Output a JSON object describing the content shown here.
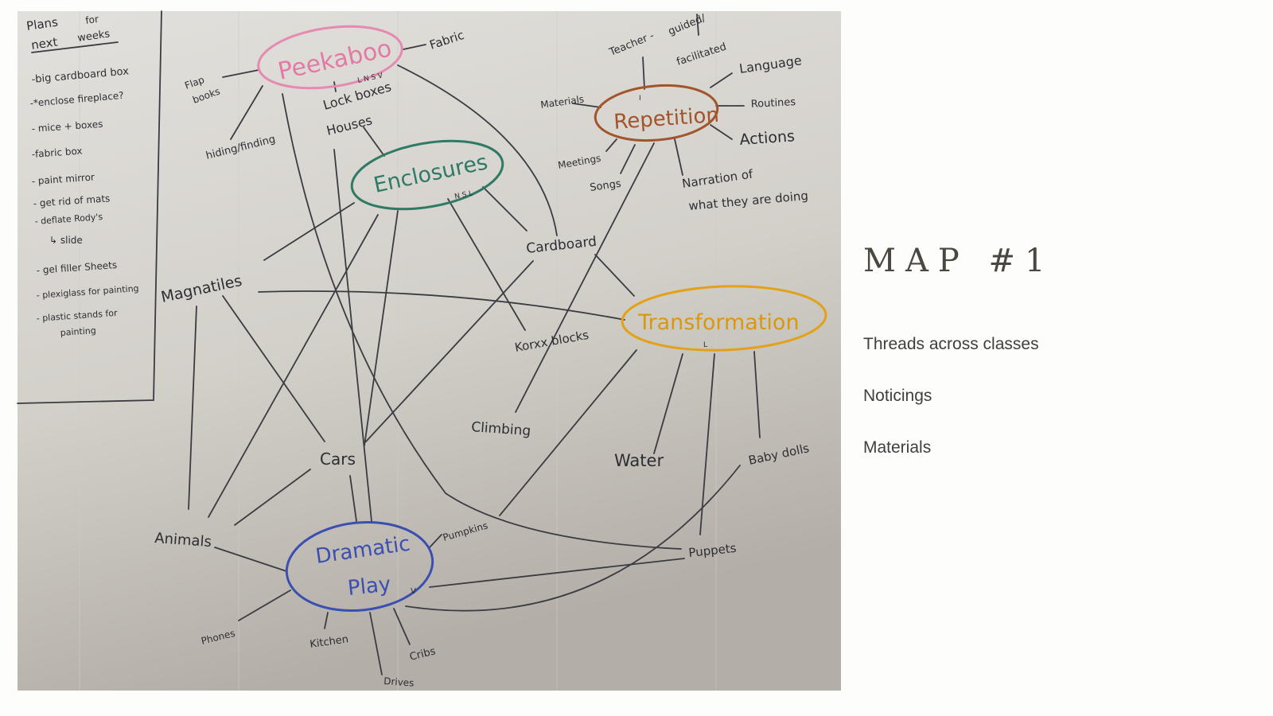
{
  "slide": {
    "title": "MAP #1",
    "items": [
      "Threads across classes",
      "Noticings",
      "Materials"
    ]
  },
  "notes": {
    "heading": [
      "Plans",
      "for",
      "next",
      "weeks"
    ],
    "items": [
      "-big cardboard box",
      "-*enclose fireplace?",
      "- mice + boxes",
      "-fabric box",
      "- paint mirror",
      "- get rid of mats",
      "- deflate Rody's",
      "↳ slide",
      "- gel filler Sheets",
      "- plexiglass for painting",
      "- plastic stands for",
      "painting"
    ]
  },
  "hubs": {
    "peekaboo": {
      "label": "Peekaboo",
      "tag": "L N S V",
      "color": "#e58ab0"
    },
    "enclosures": {
      "label": "Enclosures",
      "tag": "N S L",
      "color": "#2f7a66"
    },
    "repetition": {
      "label": "Repetition",
      "tag": "I",
      "color": "#a2542b"
    },
    "transformation": {
      "label": "Transformation",
      "tag": "L",
      "color": "#e2a117"
    },
    "dramatic_play": {
      "label": [
        "Dramatic",
        "Play"
      ],
      "tag": "V",
      "color": "#3a4fb0"
    }
  },
  "nodes": {
    "flap_books": [
      "Flap",
      "books"
    ],
    "hiding": "hiding/finding",
    "fabric": "Fabric",
    "lock_boxes": "Lock boxes",
    "houses": "Houses",
    "teacher": [
      "Teacher -",
      "guided/",
      "facilitated"
    ],
    "materials": "Materials",
    "language": "Language",
    "routines": "Routines",
    "actions": "Actions",
    "meetings": "Meetings",
    "songs": "Songs",
    "narration": [
      "Narration of",
      "what they are doing"
    ],
    "cardboard": "Cardboard",
    "magnatiles": "Magnatiles",
    "korxx": "Korxx blocks",
    "climbing": "Climbing",
    "cars": "Cars",
    "water": "Water",
    "baby_dolls": "Baby dolls",
    "animals": "Animals",
    "pumpkins": "Pumpkins",
    "puppets": "Puppets",
    "phones": "Phones",
    "kitchen": "Kitchen",
    "cribs": "Cribs",
    "drives": "Drives"
  }
}
